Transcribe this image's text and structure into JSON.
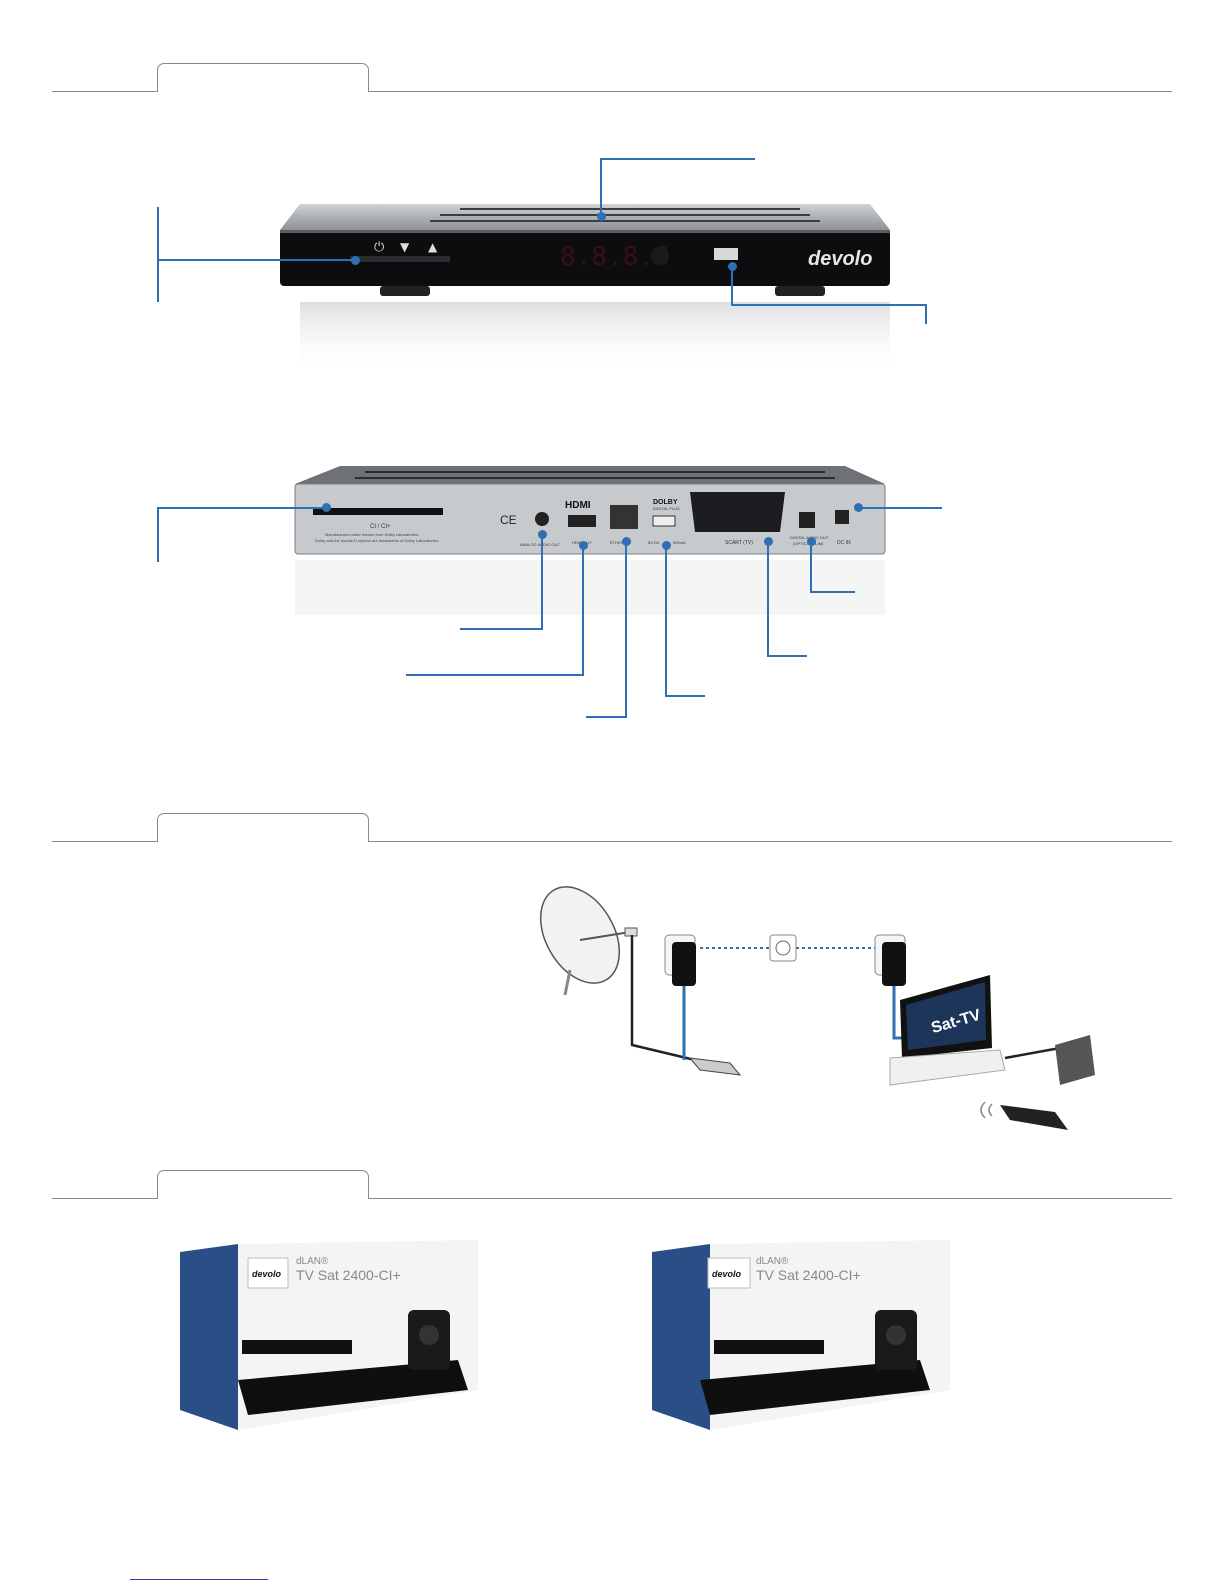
{
  "front_panel": {
    "display_digits": "8.8.8.8",
    "brand": "devolo"
  },
  "back_panel": {
    "ci_slot_label": "CI / CI+",
    "ci_note_line1": "Manufactured under license from Dolby Laboratories.",
    "ci_note_line2": "Dolby and the double-D symbol are trademarks of Dolby Laboratories.",
    "ce_mark": "CE",
    "hdmi_logo": "HDMI",
    "dolby_logo": "DOLBY",
    "dolby_sub": "DIGITAL PLUS",
    "analog_audio": "ANALOG AUDIO OUT",
    "hdmi_out": "HDMI OUT",
    "ethernet": "ETHERNET",
    "usb_power": "5V DC",
    "usb_current": "500mA",
    "scart": "SCART (TV)",
    "digital_audio_line1": "DIGITAL AUDIO OUT",
    "digital_audio_line2": "(OPTICAL/SLIM)",
    "dc_in": "DC IN"
  },
  "diagram": {
    "tv_label": "Sat-TV"
  },
  "products": [
    {
      "brand": "devolo",
      "line": "dLAN®",
      "name": "TV Sat 2400-CI+"
    },
    {
      "brand": "devolo",
      "line": "dLAN®",
      "name": "TV Sat 2400-CI+"
    }
  ],
  "colors": {
    "callout": "#2f6fb3",
    "rule": "#8a8a8a",
    "box_blue": "#2a4f86"
  }
}
